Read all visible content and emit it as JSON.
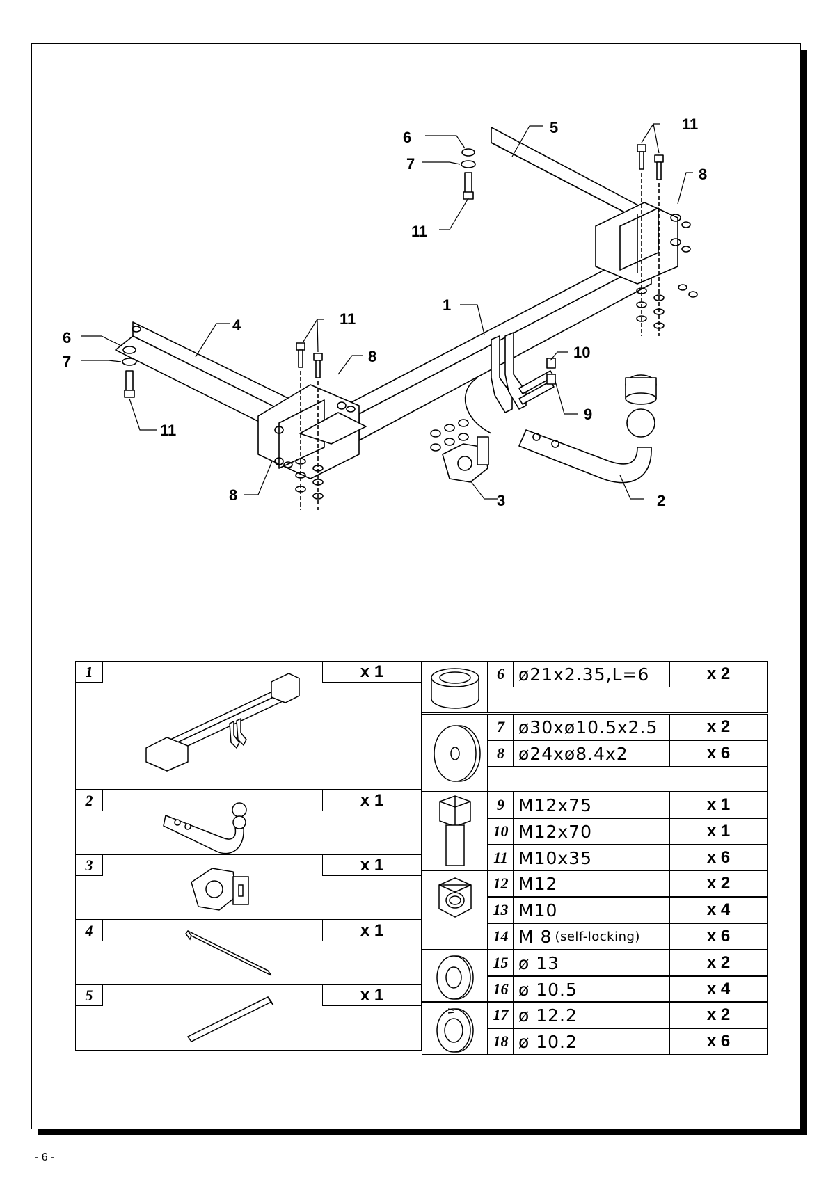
{
  "diagram": {
    "callouts": [
      "1",
      "2",
      "3",
      "4",
      "5",
      "6",
      "7",
      "8",
      "9",
      "10",
      "11"
    ]
  },
  "parts_left": [
    {
      "num": "1",
      "qty": "x 1",
      "icon": "tow-bar-crossbeam-icon"
    },
    {
      "num": "2",
      "qty": "x 1",
      "icon": "tow-ball-arm-icon"
    },
    {
      "num": "3",
      "qty": "x 1",
      "icon": "socket-plate-icon"
    },
    {
      "num": "4",
      "qty": "x 1",
      "icon": "bracket-strip-icon"
    },
    {
      "num": "5",
      "qty": "x 1",
      "icon": "bracket-strip-icon"
    }
  ],
  "parts_right": [
    {
      "num": "6",
      "spec": "ø21x2.35,L=6",
      "qty": "x 2"
    },
    {
      "num": "7",
      "spec": "ø30xø10.5x2.5",
      "qty": "x 2"
    },
    {
      "num": "8",
      "spec": "ø24xø8.4x2",
      "qty": "x 6"
    },
    {
      "num": "9",
      "spec": "M12x75",
      "qty": "x 1"
    },
    {
      "num": "10",
      "spec": "M12x70",
      "qty": "x 1"
    },
    {
      "num": "11",
      "spec": "M10x35",
      "qty": "x 6"
    },
    {
      "num": "12",
      "spec": "M12",
      "qty": "x 2"
    },
    {
      "num": "13",
      "spec": "M10",
      "qty": "x 4"
    },
    {
      "num": "14",
      "spec": "M 8",
      "spec_note": "(self-locking)",
      "qty": "x 6"
    },
    {
      "num": "15",
      "spec": "ø 13",
      "qty": "x 2"
    },
    {
      "num": "16",
      "spec": "ø 10.5",
      "qty": "x 4"
    },
    {
      "num": "17",
      "spec": "ø 12.2",
      "qty": "x 2"
    },
    {
      "num": "18",
      "spec": "ø 10.2",
      "qty": "x 6"
    }
  ],
  "page_number": "- 6 -"
}
